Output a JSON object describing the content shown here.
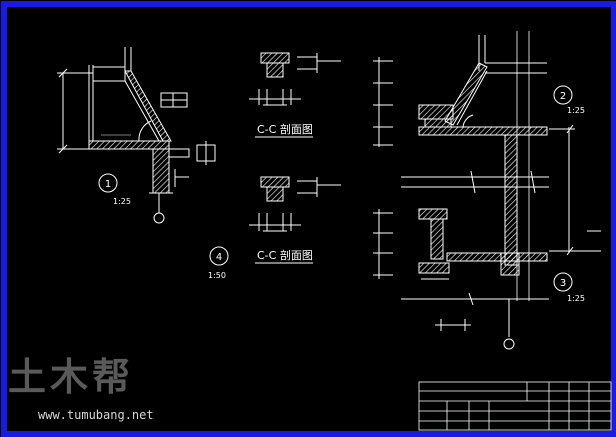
{
  "details": {
    "d1": {
      "number": "1",
      "scale": "1:25"
    },
    "d2": {
      "number": "2",
      "scale": "1:25"
    },
    "d3": {
      "number": "3",
      "scale": "1:25"
    },
    "d4": {
      "number": "4",
      "scale": "1:50"
    }
  },
  "sections": {
    "cc_top": {
      "title": "C-C 剖面图"
    },
    "cc_bottom": {
      "title": "C-C 剖面图"
    }
  },
  "watermark": {
    "logo": "土木帮",
    "url": "www.tumubang.net"
  },
  "colors": {
    "border": "#1a1ae6",
    "line": "#ffffff",
    "hatch": "#ffffff",
    "dim": "#e6e6e6"
  }
}
